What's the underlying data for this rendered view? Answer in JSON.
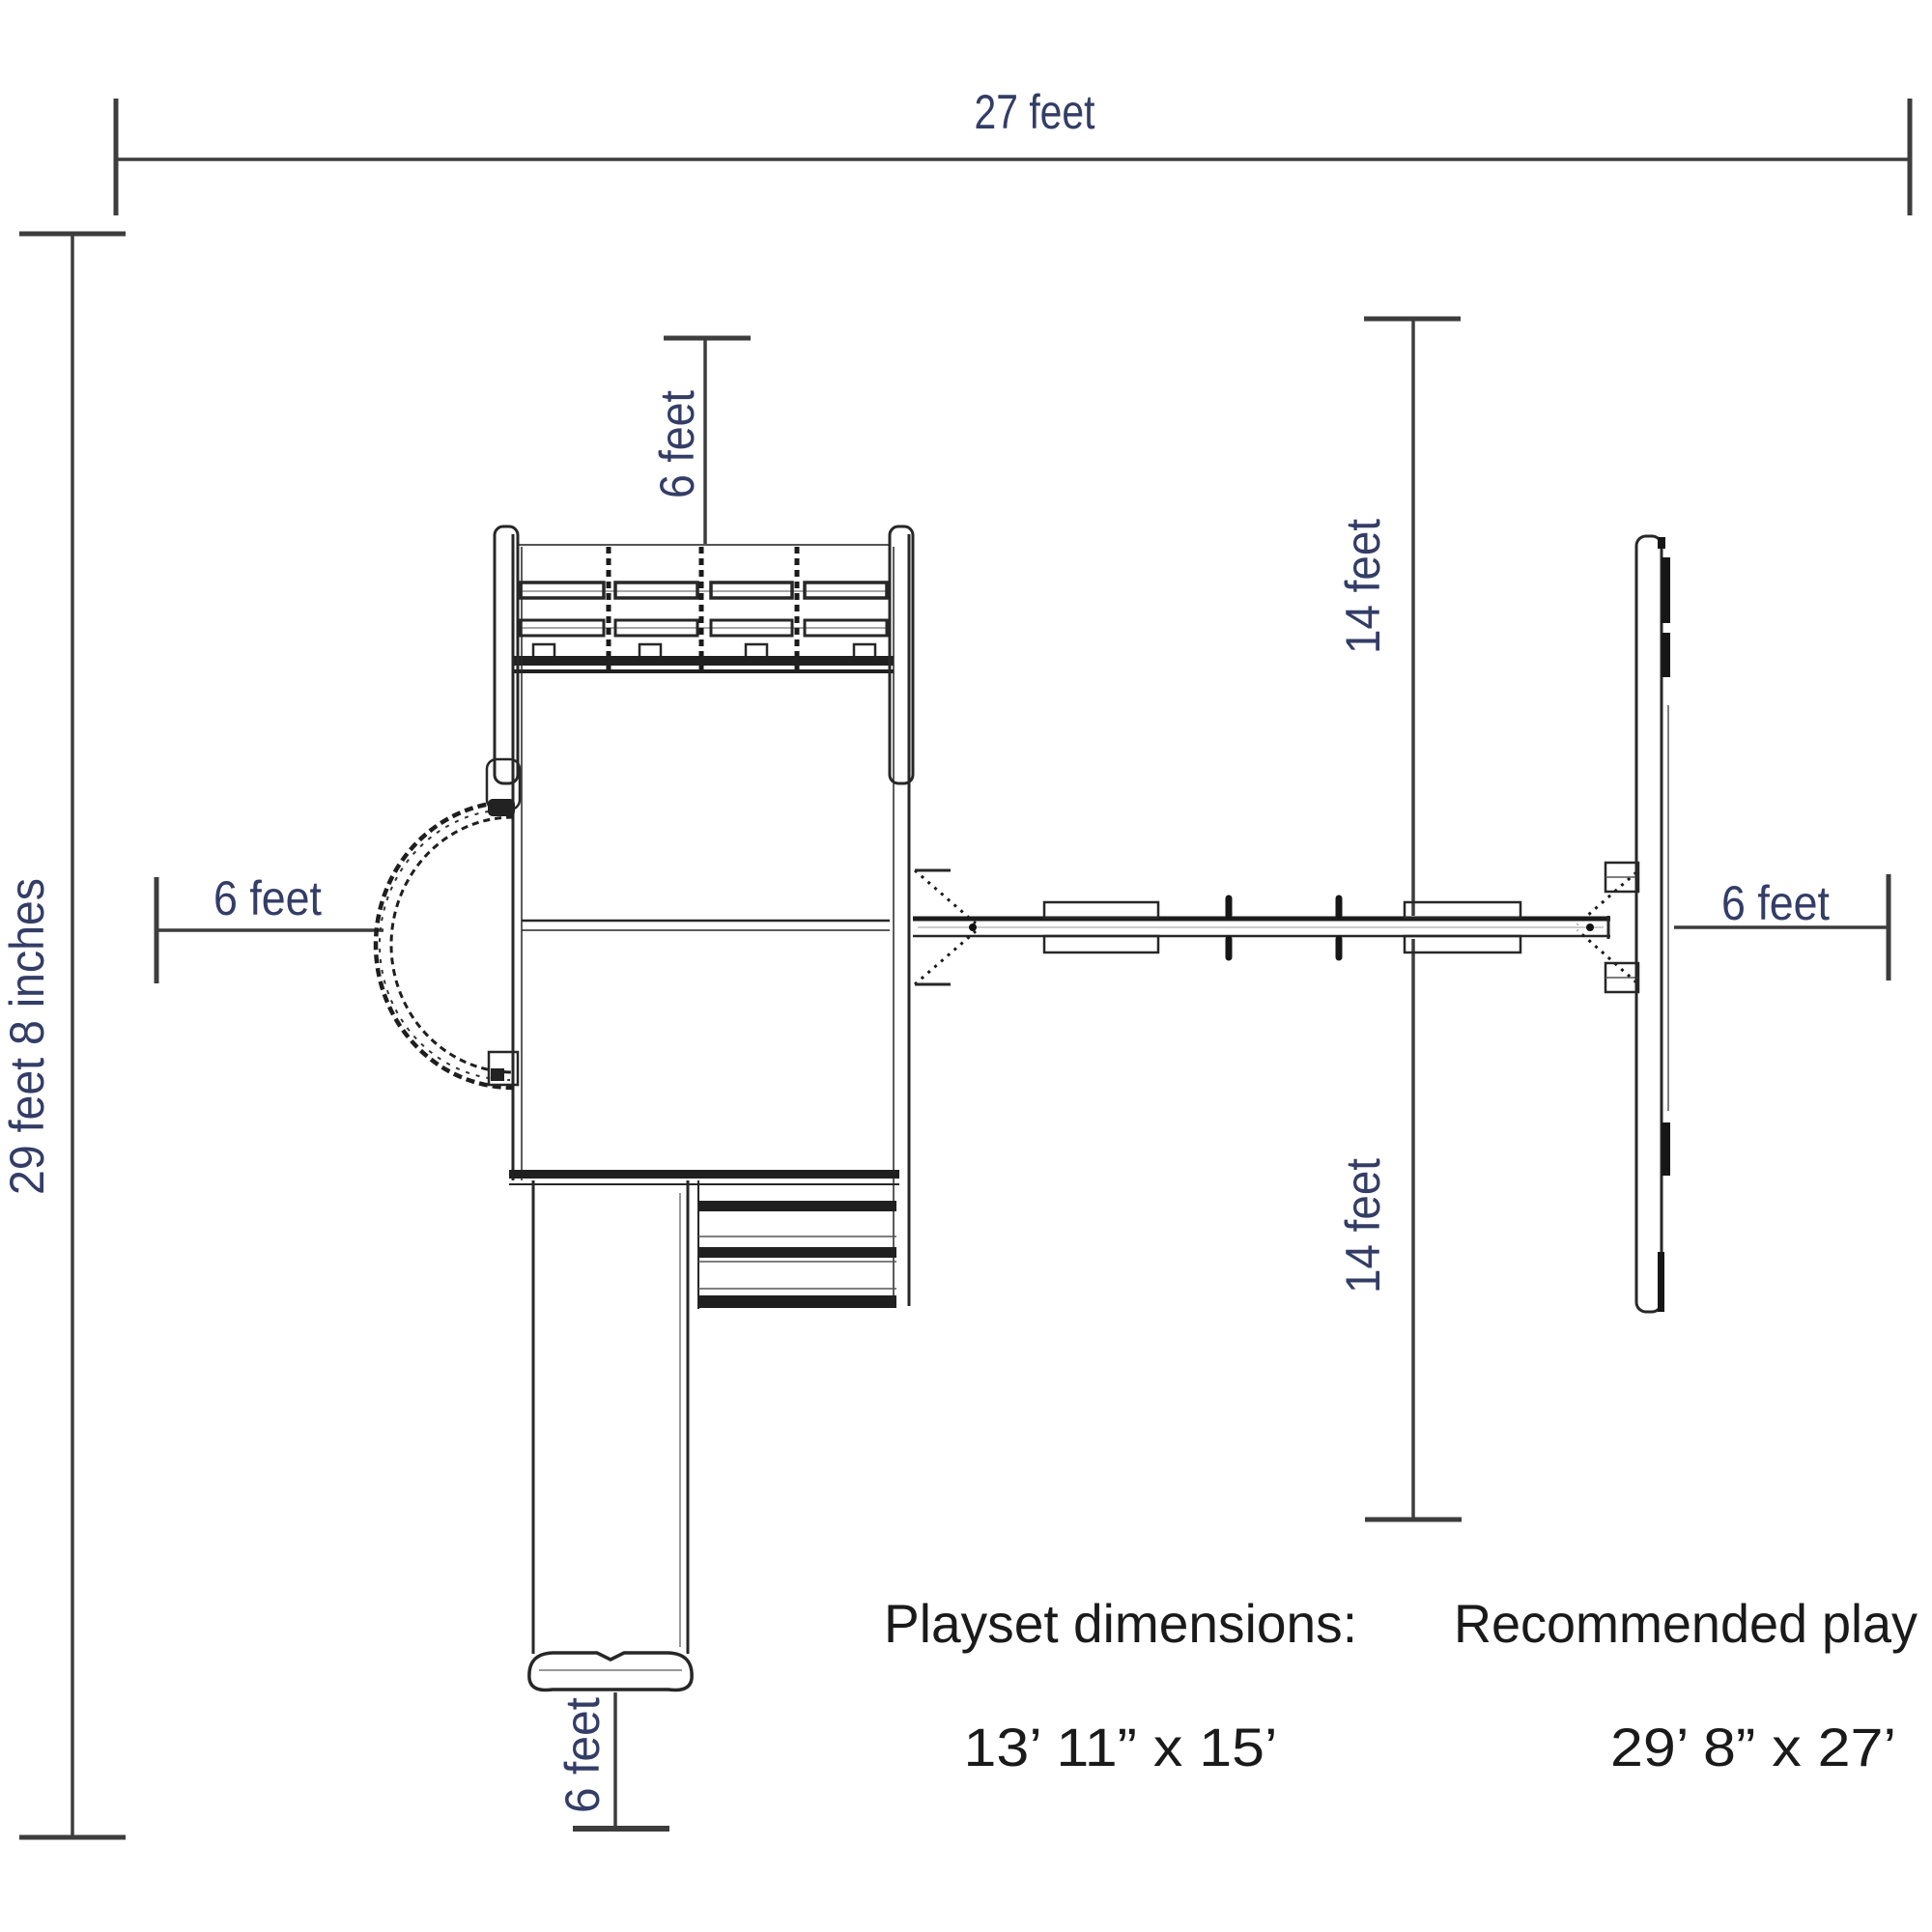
{
  "drawing": {
    "title": "Playset top-view dimension plan",
    "dimensions": {
      "total_width": "27 feet",
      "total_depth": "29 feet 8 inches",
      "monkey_bar_width": "6 feet",
      "left_clearance": "6 feet",
      "right_clearance": "6 feet",
      "slide_runout": "6 feet",
      "swing_clearance_upper": "14 feet",
      "swing_clearance_lower": "14 feet"
    },
    "footer": {
      "playset_label": "Playset dimensions:",
      "playset_value": "13’ 11” x 15’",
      "play_area_label": "Recommended play",
      "play_area_value": "29’ 8” x 27’"
    },
    "colors": {
      "background": "#ffffff",
      "structure_line": "#272727",
      "dimension_line": "#3d3d3d",
      "dimension_text": "#333d66",
      "footer_text": "#1a1a1a"
    }
  }
}
